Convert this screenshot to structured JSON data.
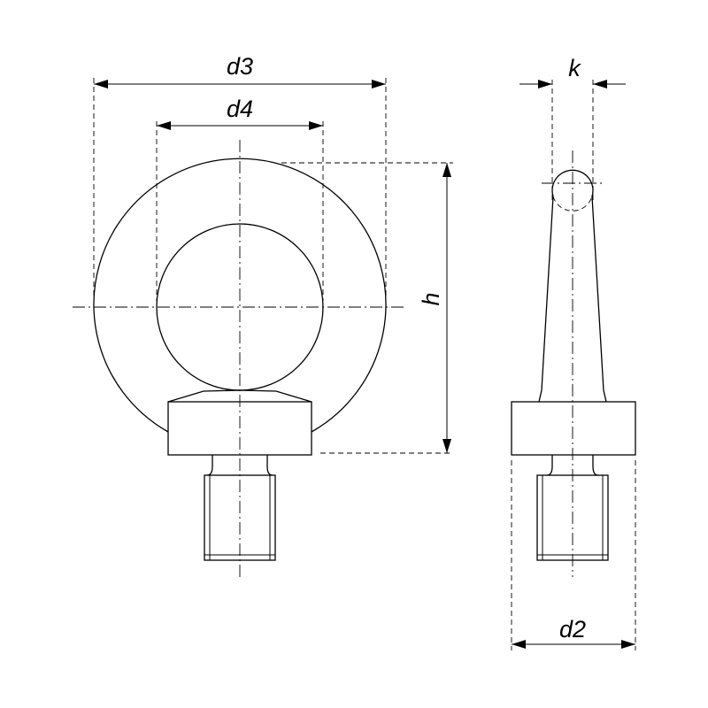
{
  "labels": {
    "d3": "d3",
    "d4": "d4",
    "h": "h",
    "k": "k",
    "d2": "d2"
  }
}
